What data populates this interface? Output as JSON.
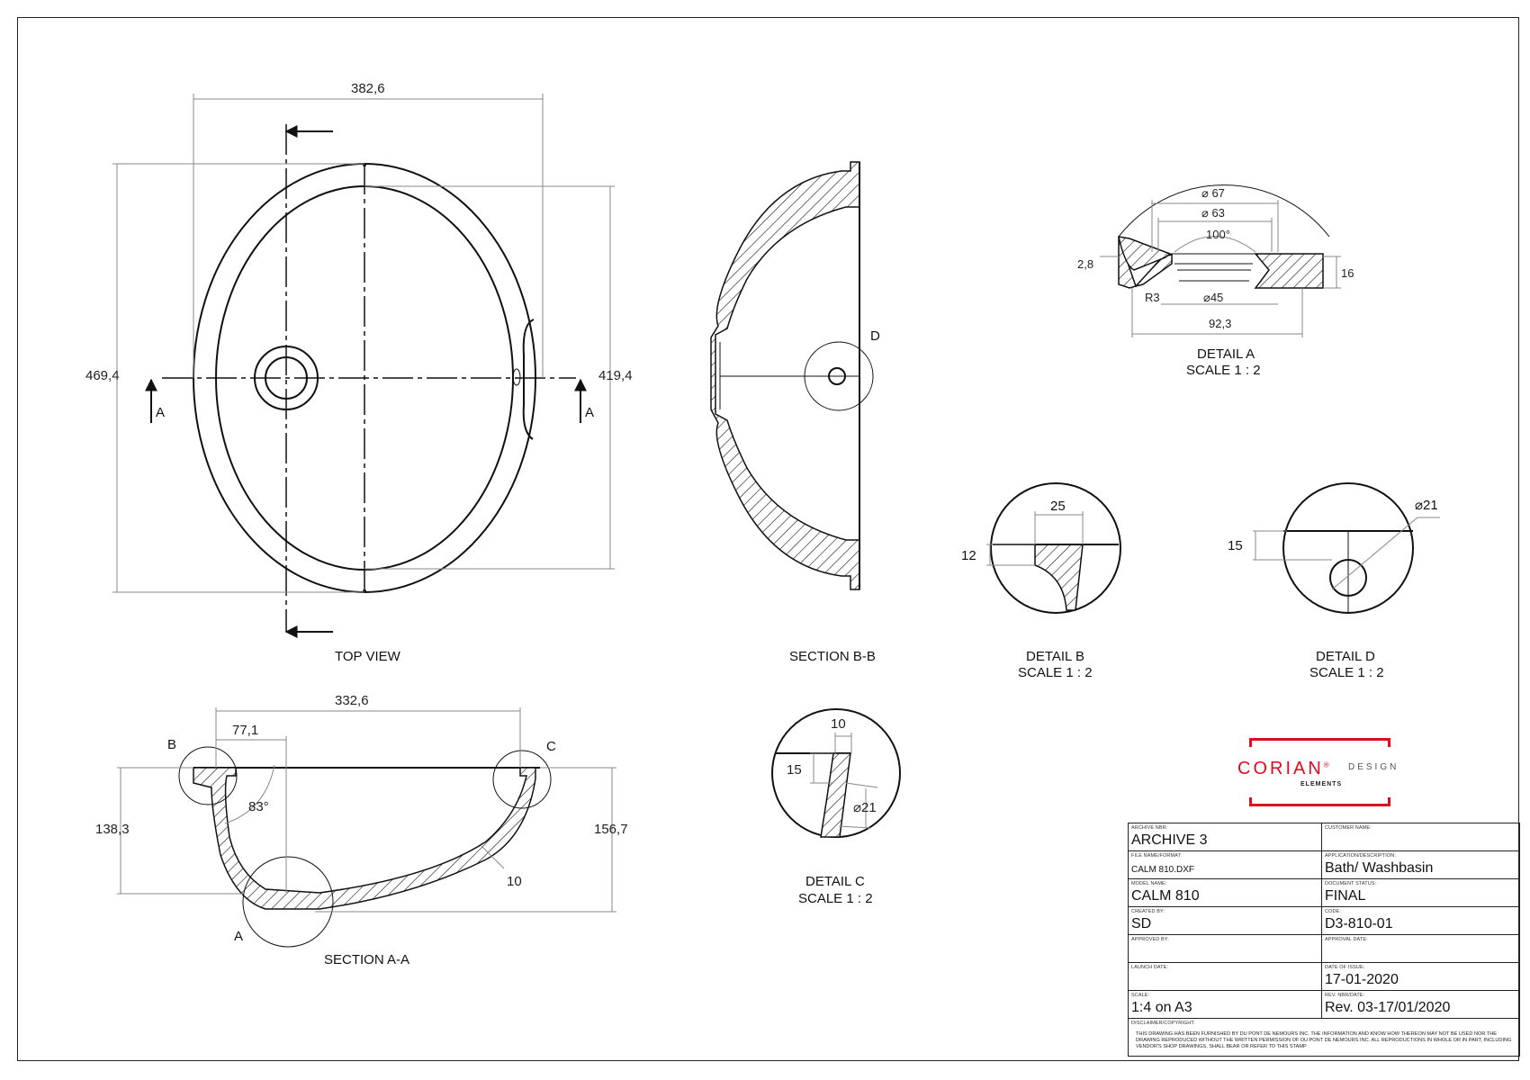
{
  "views": {
    "top_view": {
      "caption": "TOP VIEW",
      "dims": {
        "overall_width": "382,6",
        "overall_depth": "469,4",
        "inner_depth": "419,4"
      },
      "section_marks": {
        "left": "A",
        "right": "A"
      }
    },
    "section_bb": {
      "caption": "SECTION B-B",
      "detail_mark": "D"
    },
    "section_aa": {
      "caption": "SECTION A-A",
      "dims": {
        "length": "332,6",
        "offset": "77,1",
        "angle": "83°",
        "height_left": "138,3",
        "height_right": "156,7",
        "wall": "10"
      },
      "detail_marks": {
        "b": "B",
        "c": "C",
        "a": "A"
      }
    },
    "detail_a": {
      "caption": "DETAIL A",
      "scale": "SCALE 1 : 2",
      "dims": {
        "d67": "67",
        "d63": "63",
        "angle": "100°",
        "t": "2,8",
        "h": "16",
        "r": "R3",
        "d45": "45",
        "w": "92,3"
      }
    },
    "detail_b": {
      "caption": "DETAIL B",
      "scale": "SCALE 1 : 2",
      "dims": {
        "w": "25",
        "h": "12"
      }
    },
    "detail_c": {
      "caption": "DETAIL C",
      "scale": "SCALE 1 : 2",
      "dims": {
        "w": "10",
        "h": "15",
        "d": "21"
      }
    },
    "detail_d": {
      "caption": "DETAIL D",
      "scale": "SCALE 1 : 2",
      "dims": {
        "d": "21",
        "h": "15"
      }
    }
  },
  "logo": {
    "brand": "CORIAN",
    "reg": "®",
    "design": "DESIGN",
    "elements": "ELEMENTS",
    "color": "#e10b1e"
  },
  "title_block": {
    "rows": [
      {
        "left_caption": "ARCHIVE NBR:",
        "left_value": "ARCHIVE 3",
        "right_caption": "CUSTOMER NAME:",
        "right_value": ""
      },
      {
        "left_caption": "FILE NAME/FORMAT:",
        "left_value": "CALM 810.DXF",
        "right_caption": "APPLICATION/DESCRIPTION:",
        "right_value": "Bath/ Washbasin"
      },
      {
        "left_caption": "MODEL NAME:",
        "left_value": "CALM 810",
        "right_caption": "DOCUMENT STATUS:",
        "right_value": "FINAL"
      },
      {
        "left_caption": "CREATED BY:",
        "left_value": "SD",
        "right_caption": "CODE:",
        "right_value": "D3-810-01"
      },
      {
        "left_caption": "APPROVED BY:",
        "left_value": "",
        "right_caption": "APPROVAL DATE:",
        "right_value": ""
      },
      {
        "left_caption": "LAUNCH DATE:",
        "left_value": "",
        "right_caption": "DATE OF ISSUE:",
        "right_value": "17-01-2020"
      },
      {
        "left_caption": "SCALE:",
        "left_value": "1:4 on A3",
        "right_caption": "REV. NBR/DATE:",
        "right_value": "Rev. 03-17/01/2020"
      }
    ],
    "disclaimer_caption": "DISCLAIMER/COPYRIGHT:",
    "disclaimer_text": "THIS DRAWING HAS BEEN FURNISHED BY DU PONT DE NEMOURS INC. THE INFORMATION AND KNOW HOW THEREON MAY NOT BE USED NOR THE DRAWING REPRODUCED WITHOUT THE WRITTEN PERMISSION OF DU PONT DE NEMOURS INC. ALL REPRODUCTIONS IN WHOLE OR IN PART, INCLUDING VENDOR'S SHOP DRAWINGS, SHALL BEAR OR REFER TO THIS STAMP"
  }
}
